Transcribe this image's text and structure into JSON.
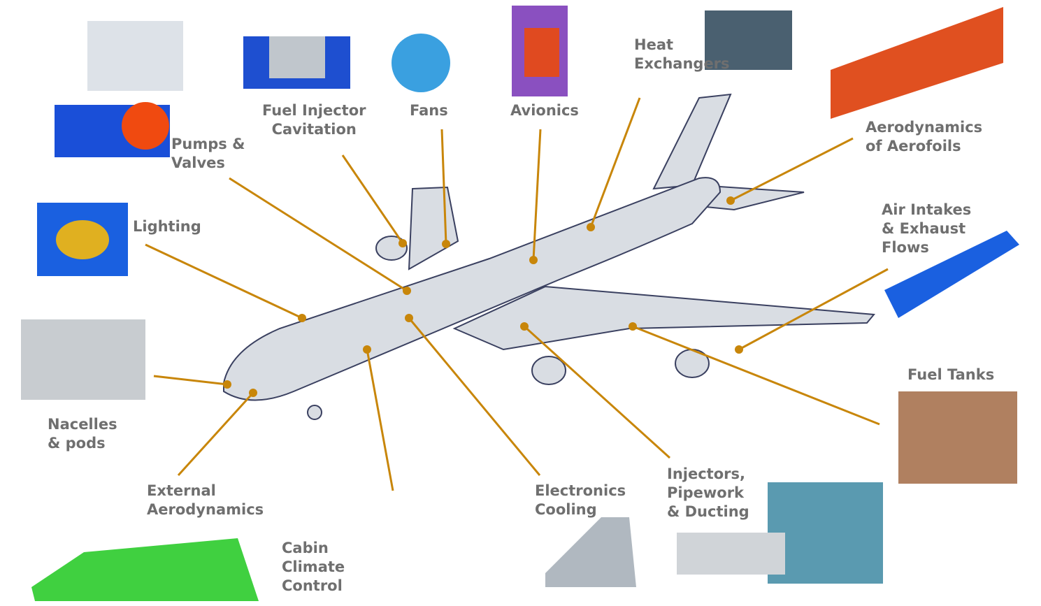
{
  "labels": [
    {
      "id": "pumps-valves",
      "text": "Pumps &\nValves"
    },
    {
      "id": "fuel-injector",
      "text": "Fuel Injector\nCavitation"
    },
    {
      "id": "fans",
      "text": "Fans"
    },
    {
      "id": "avionics",
      "text": "Avionics"
    },
    {
      "id": "heat-exchangers",
      "text": "Heat\nExchangers"
    },
    {
      "id": "aerofoils",
      "text": "Aerodynamics\nof Aerofoils"
    },
    {
      "id": "air-intakes",
      "text": "Air Intakes\n& Exhaust\nFlows"
    },
    {
      "id": "lighting",
      "text": "Lighting"
    },
    {
      "id": "nacelles",
      "text": "Nacelles\n& pods"
    },
    {
      "id": "external-aero",
      "text": "External\nAerodynamics"
    },
    {
      "id": "cabin-climate",
      "text": "Cabin\nClimate\nControl"
    },
    {
      "id": "electronics-cooling",
      "text": "Electronics\nCooling"
    },
    {
      "id": "injectors-pipework",
      "text": "Injectors,\nPipework\n& Ducting"
    },
    {
      "id": "fuel-tanks",
      "text": "Fuel Tanks"
    }
  ],
  "colors": {
    "leader": "#c8860a",
    "text": "#6f6f6f",
    "plane": "#d9dde3",
    "outline": "#3a4060"
  }
}
